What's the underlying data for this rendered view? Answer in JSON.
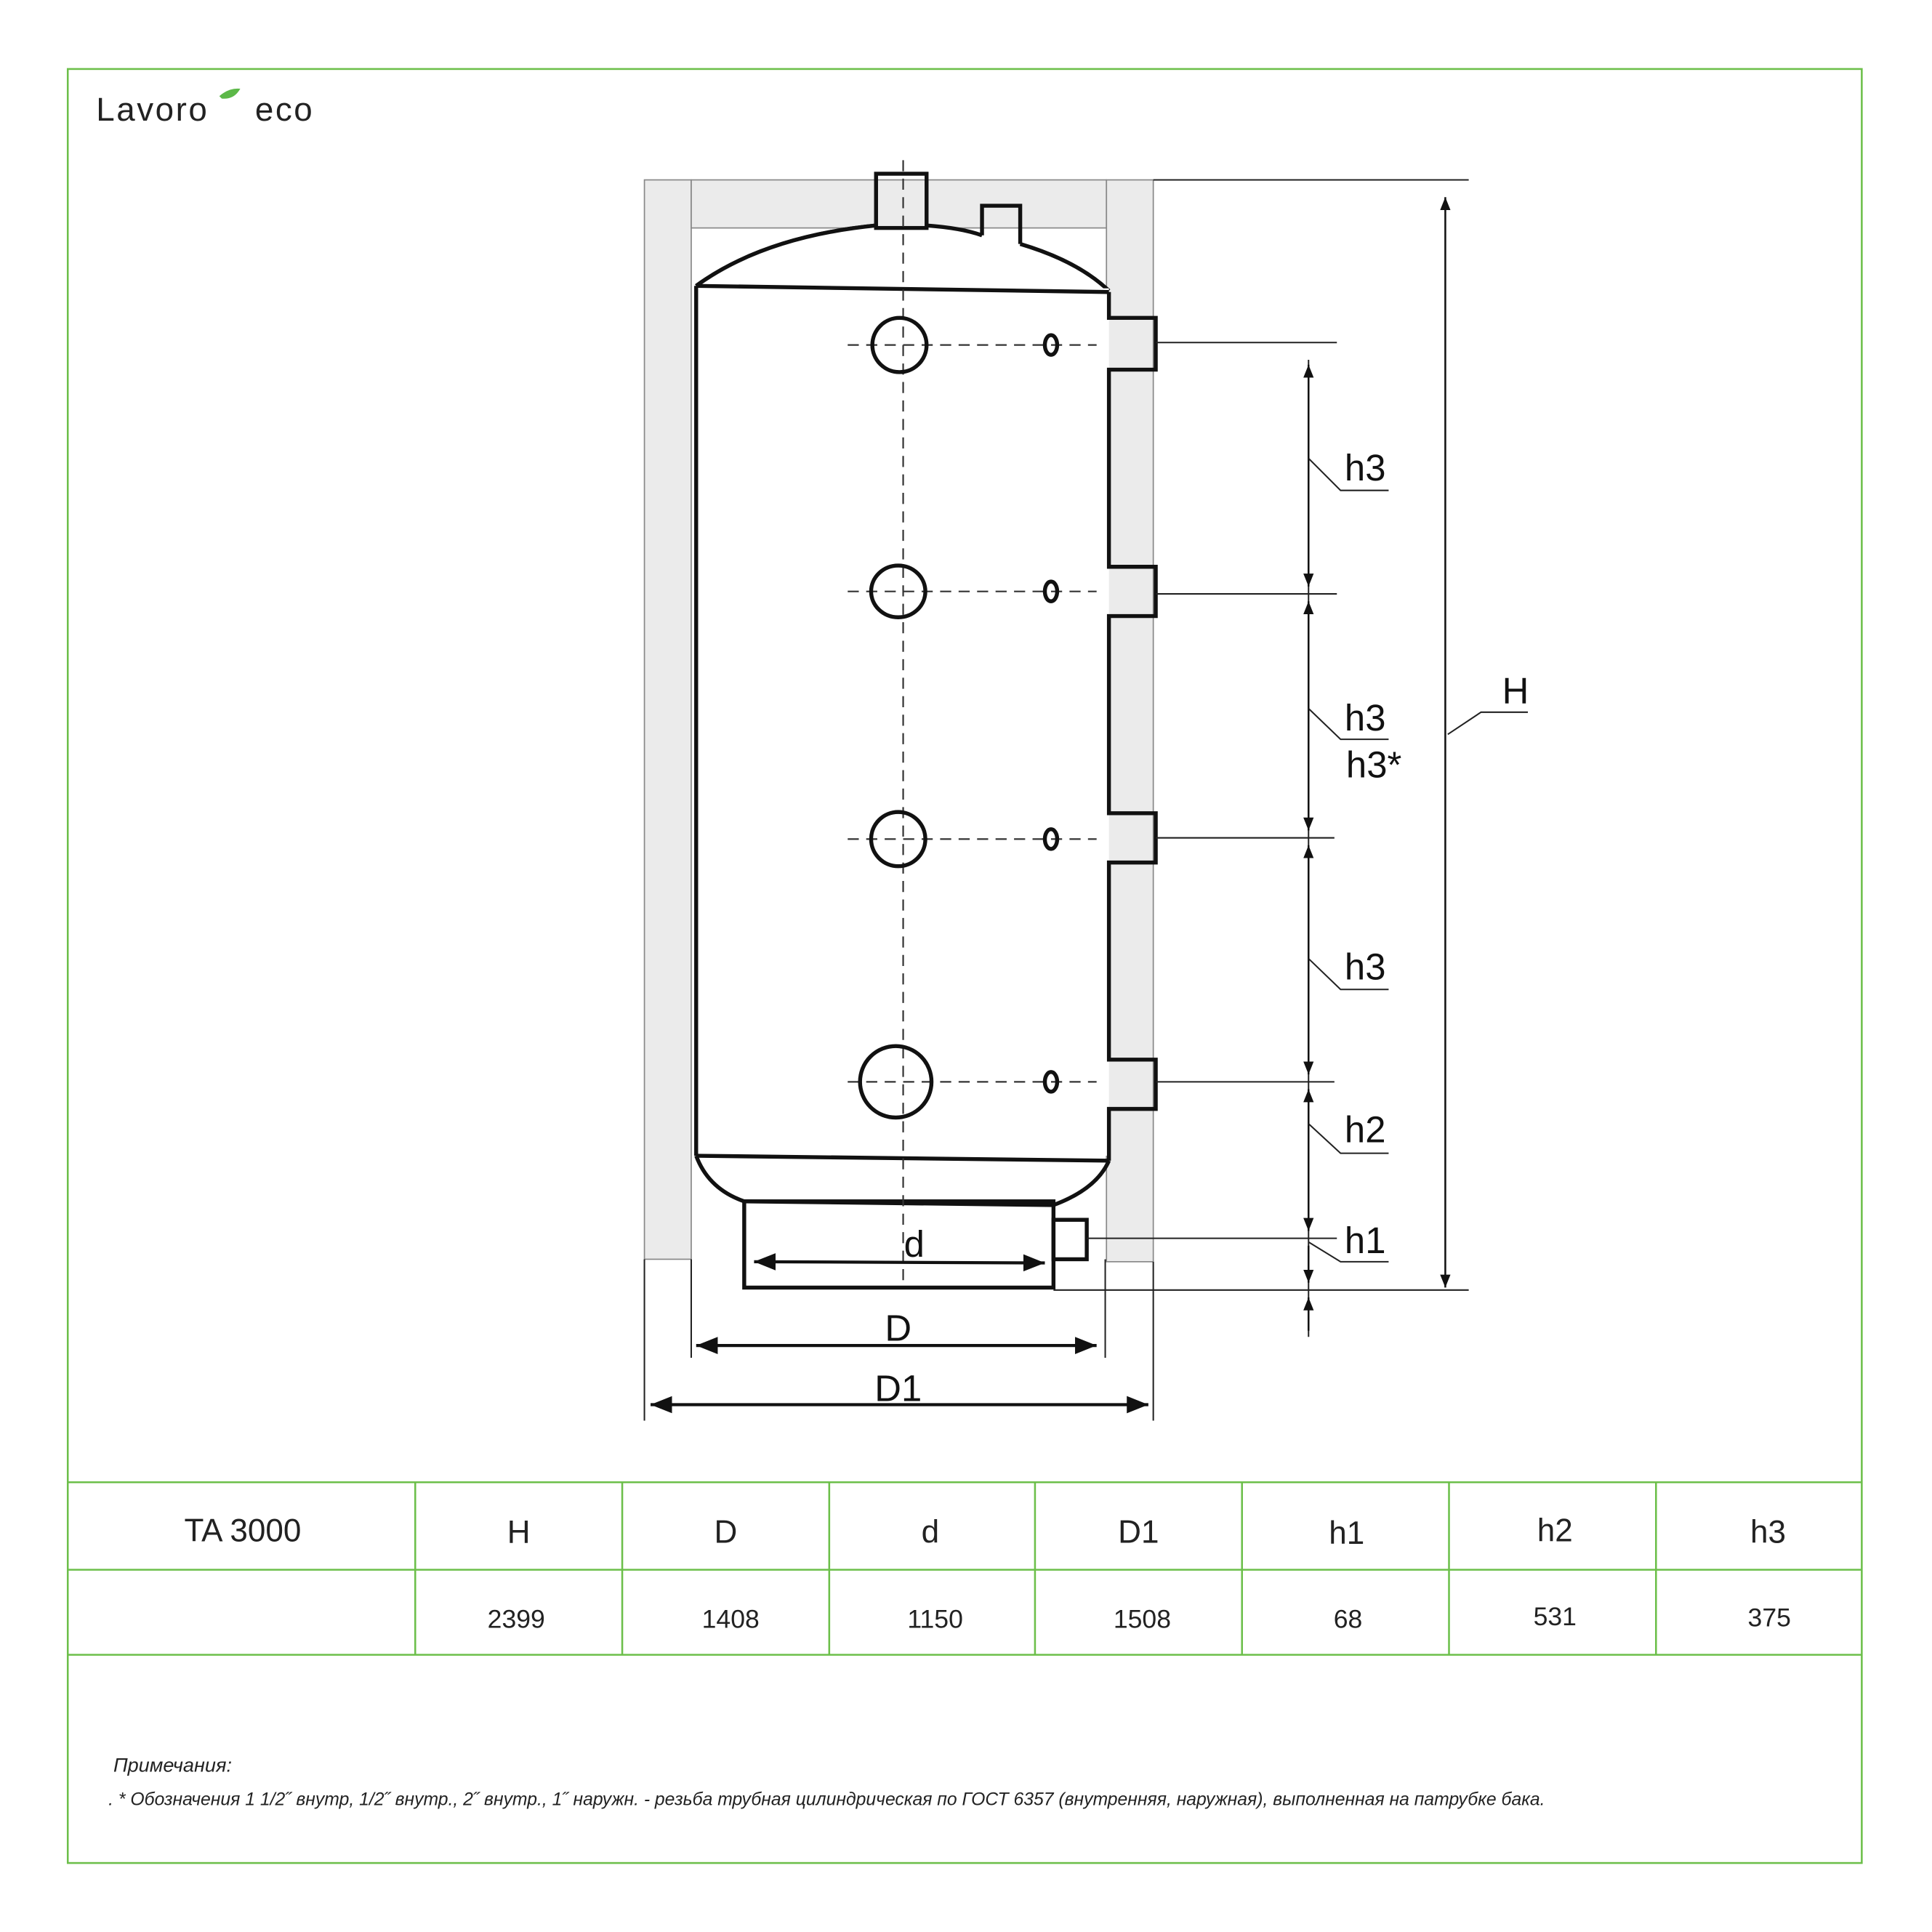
{
  "logo": {
    "text_left": "Lavoro",
    "text_right": "eco",
    "leaf_color": "#5cb848"
  },
  "colors": {
    "frame": "#6cbf4a",
    "insulation": "#ebebeb",
    "lines": "#111111"
  },
  "drawing": {
    "labels": {
      "H": "H",
      "D": "D",
      "d": "d",
      "D1": "D1",
      "h1": "h1",
      "h2": "h2",
      "h3": "h3",
      "h3_star": "h3*"
    }
  },
  "table": {
    "model": "TA 3000",
    "headers": [
      "H",
      "D",
      "d",
      "D1",
      "h1",
      "h2",
      "h3"
    ],
    "values": [
      "2399",
      "1408",
      "1150",
      "1508",
      "68",
      "531",
      "375"
    ]
  },
  "notes": {
    "title": "Примечания:",
    "text": ". * Обозначения 1 1/2˝ внутр, 1/2˝ внутр., 2˝ внутр., 1˝  наружн. - резьба трубная цилиндрическая по ГОСТ 6357 (внутренняя, наружная), выполненная на патрубке бака."
  }
}
